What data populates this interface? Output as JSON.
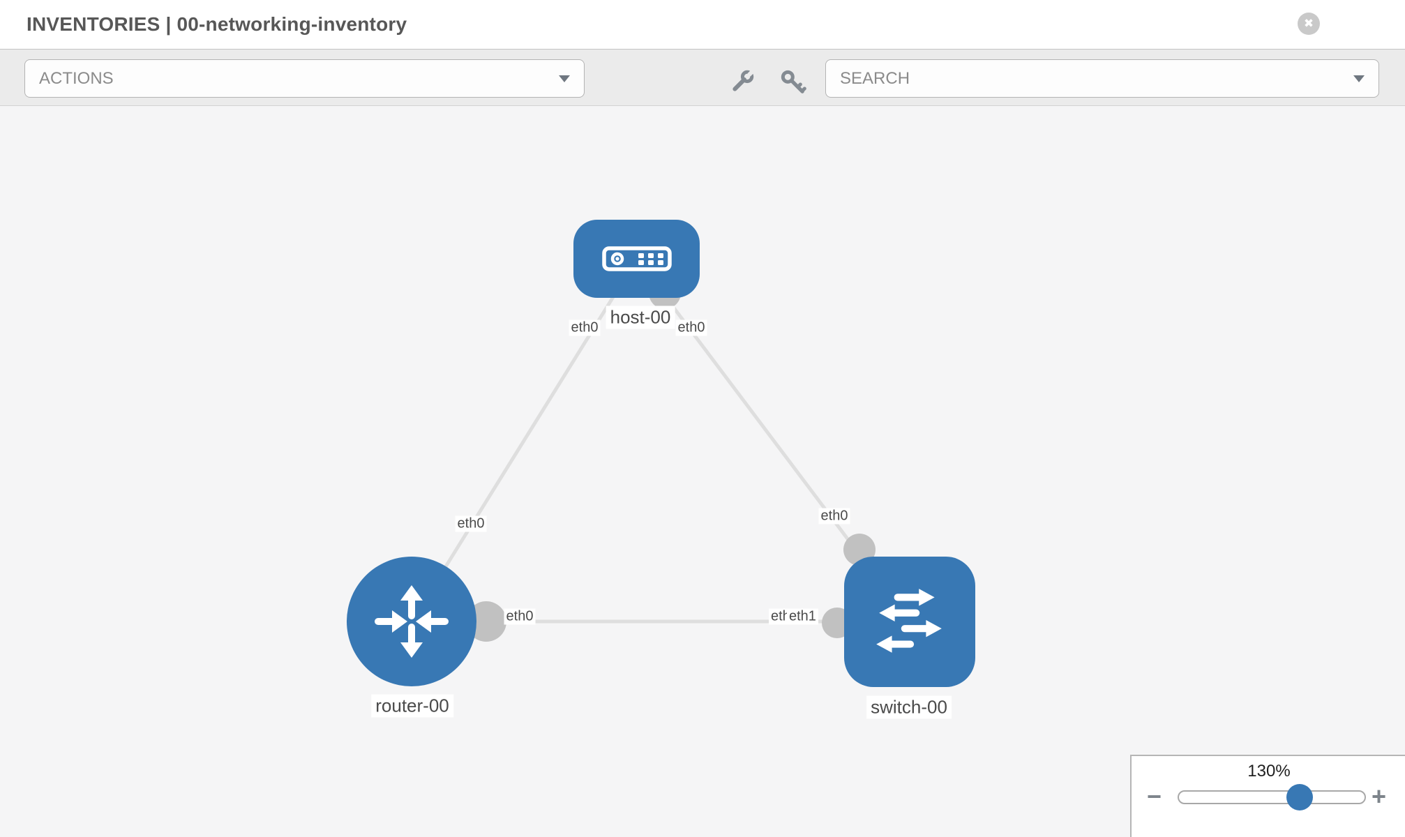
{
  "header": {
    "title": "INVENTORIES | 00-networking-inventory",
    "close_glyph": "✖"
  },
  "toolbar": {
    "actions_value": "ACTIONS",
    "search_value": "SEARCH",
    "icons": [
      "wrench-icon",
      "key-icon"
    ]
  },
  "graph": {
    "nodes": [
      {
        "id": "host-00",
        "label": "host-00",
        "type": "host"
      },
      {
        "id": "router-00",
        "label": "router-00",
        "type": "router"
      },
      {
        "id": "switch-00",
        "label": "switch-00",
        "type": "switch"
      }
    ],
    "links": [
      {
        "source": "host-00",
        "source_interface": "eth0",
        "target": "router-00",
        "target_interface": "eth0"
      },
      {
        "source": "host-00",
        "source_interface": "eth0",
        "target": "switch-00",
        "target_interface": "eth0"
      },
      {
        "source": "router-00",
        "source_interface": "eth0",
        "target": "switch-00",
        "target_interface": "eth1"
      }
    ],
    "interface_labels": [
      {
        "text": "eth0"
      },
      {
        "text": "eth0"
      },
      {
        "text": "eth0"
      },
      {
        "text": "eth0"
      },
      {
        "text": "eth0"
      },
      {
        "text": "eth0"
      },
      {
        "text": "eth1"
      }
    ]
  },
  "zoom_widget": {
    "level": "130%",
    "zoom_out_glyph": "−",
    "zoom_in_glyph": "+",
    "slider_percent": 65
  },
  "colors": {
    "node_blue": "#3878b4",
    "link_gray": "#dedede",
    "interface_dot_gray": "#c1c1c1",
    "toolbar_gray": "#ebebeb"
  }
}
